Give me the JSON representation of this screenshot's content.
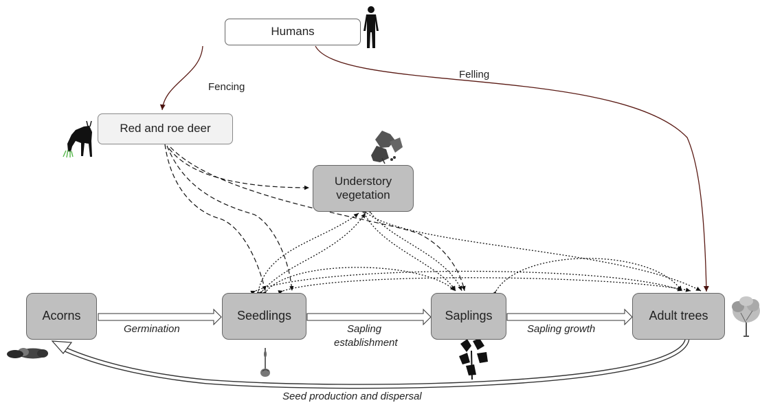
{
  "nodes": {
    "humans": "Humans",
    "deer": "Red and roe deer",
    "understory": "Understory vegetation",
    "acorns": "Acorns",
    "seedlings": "Seedlings",
    "saplings": "Saplings",
    "adult_trees": "Adult trees"
  },
  "edge_labels": {
    "fencing": "Fencing",
    "felling": "Felling",
    "germination": "Germination",
    "sapling_establishment_1": "Sapling",
    "sapling_establishment_2": "establishment",
    "sapling_growth": "Sapling growth",
    "seed_production": "Seed production and dispersal"
  },
  "icons": [
    "human-silhouette-icon",
    "deer-grazing-icon",
    "understory-plant-icon",
    "acorns-icon",
    "seedling-icon",
    "sapling-icon",
    "tree-icon"
  ],
  "colors": {
    "human_arrow": "#5a1a14",
    "node_grey": "#bfbfbf",
    "node_light": "#f2f2f2"
  }
}
